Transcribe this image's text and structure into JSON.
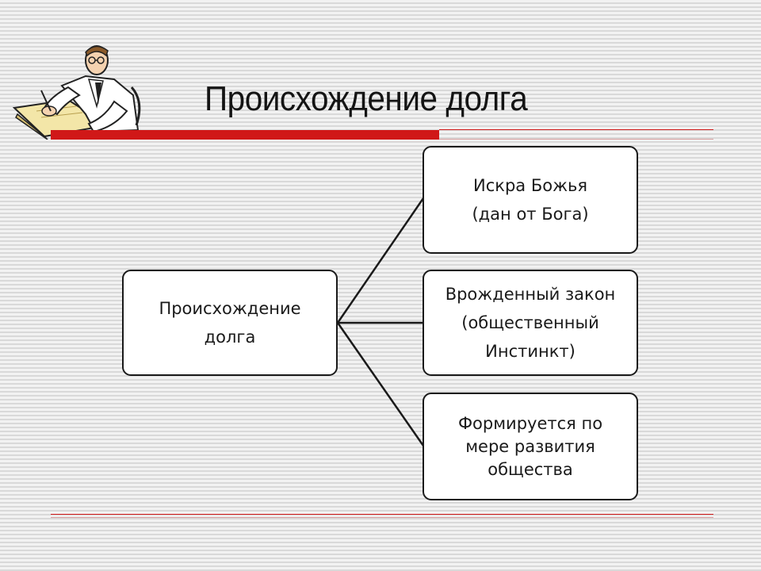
{
  "title": "Происхождение долга",
  "root": {
    "lines": [
      "Происхождение",
      "долга"
    ]
  },
  "branches": [
    {
      "lines": [
        "Искра Божья",
        "(дан от Бога)"
      ]
    },
    {
      "lines": [
        "Врожденный закон",
        "(общественный",
        "Инстинкт)"
      ]
    },
    {
      "lines": [
        "Формируется по",
        "мере развития",
        "общества"
      ]
    }
  ],
  "icon": "writing-scholar-clipart",
  "colors": {
    "accent": "#d01818",
    "text": "#1a1a1a",
    "box_fill": "#ffffff"
  }
}
